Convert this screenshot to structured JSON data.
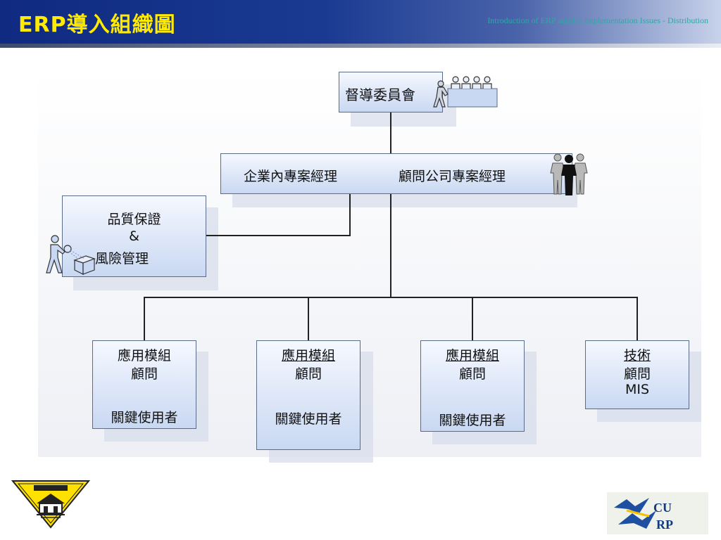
{
  "header": {
    "title": "ERP導入組織圖",
    "subtitle": "Introduction of ERP and It's Implementation Issues - Distribution"
  },
  "org": {
    "steering": "督導委員會",
    "pm_internal": "企業內專案經理",
    "pm_consultant": "顧問公司專案經理",
    "qa": {
      "line1": "品質保證",
      "line2": "&",
      "line3": "風險管理"
    },
    "module1": {
      "line1": "應用模組",
      "line2": "顧問",
      "line3": "關鍵使用者"
    },
    "module2": {
      "line1": "應用模組",
      "line2": "顧問",
      "line3": "關鍵使用者"
    },
    "module3": {
      "line1": "應用模組",
      "line2": "顧問",
      "line3": "關鍵使用者"
    },
    "tech": {
      "line1": "技術",
      "line2": "顧問",
      "line3": "MIS"
    }
  },
  "icons": {
    "committee": "committee-table-icon",
    "managers": "people-group-icon",
    "qa_inspector": "inspector-icon",
    "university_logo": "university-seal-icon",
    "ncu_erp_logo": "ncu-erp-logo-icon"
  }
}
